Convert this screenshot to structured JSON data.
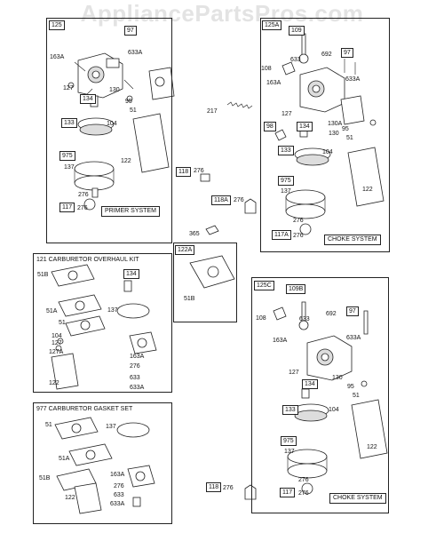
{
  "watermark": "AppliancePartsPros.com",
  "panels": {
    "p125": {
      "num": "125",
      "system": "PRIMER SYSTEM",
      "callouts": [
        "97",
        "633A",
        "163A",
        "127",
        "130",
        "134",
        "95",
        "51",
        "133",
        "104",
        "122",
        "975",
        "137",
        "276",
        "117",
        "276"
      ]
    },
    "p125A": {
      "num": "125A",
      "system": "CHOKE SYSTEM",
      "callouts": [
        "109",
        "692",
        "97",
        "633",
        "108",
        "163A",
        "633A",
        "127",
        "130A",
        "98",
        "134",
        "130",
        "104",
        "95",
        "51",
        "133",
        "975",
        "137",
        "122",
        "276",
        "117A",
        "276"
      ]
    },
    "overhaul": {
      "title": "121 CARBURETOR OVERHAUL KIT",
      "callouts": [
        "51B",
        "134",
        "51A",
        "51",
        "137",
        "104",
        "127",
        "127A",
        "163A",
        "276",
        "122",
        "633",
        "633A"
      ]
    },
    "gasket": {
      "title": "977 CARBURETOR GASKET SET",
      "callouts": [
        "51",
        "137",
        "51A",
        "51B",
        "163A",
        "122",
        "276",
        "633",
        "633A"
      ]
    },
    "p122A": {
      "num": "122A",
      "callouts": [
        "51B"
      ]
    },
    "p125C": {
      "num": "125C",
      "system": "CHOKE SYSTEM",
      "callouts": [
        "109B",
        "692",
        "97",
        "108",
        "633",
        "633A",
        "163A",
        "127",
        "130",
        "134",
        "95",
        "51",
        "133",
        "104",
        "975",
        "137",
        "122",
        "276",
        "117",
        "276"
      ]
    },
    "loose": {
      "c217": "217",
      "c118": "118",
      "c276a": "276",
      "c118A": "118A",
      "c276b": "276",
      "c365": "365",
      "c118b": "118",
      "c276c": "276"
    }
  }
}
